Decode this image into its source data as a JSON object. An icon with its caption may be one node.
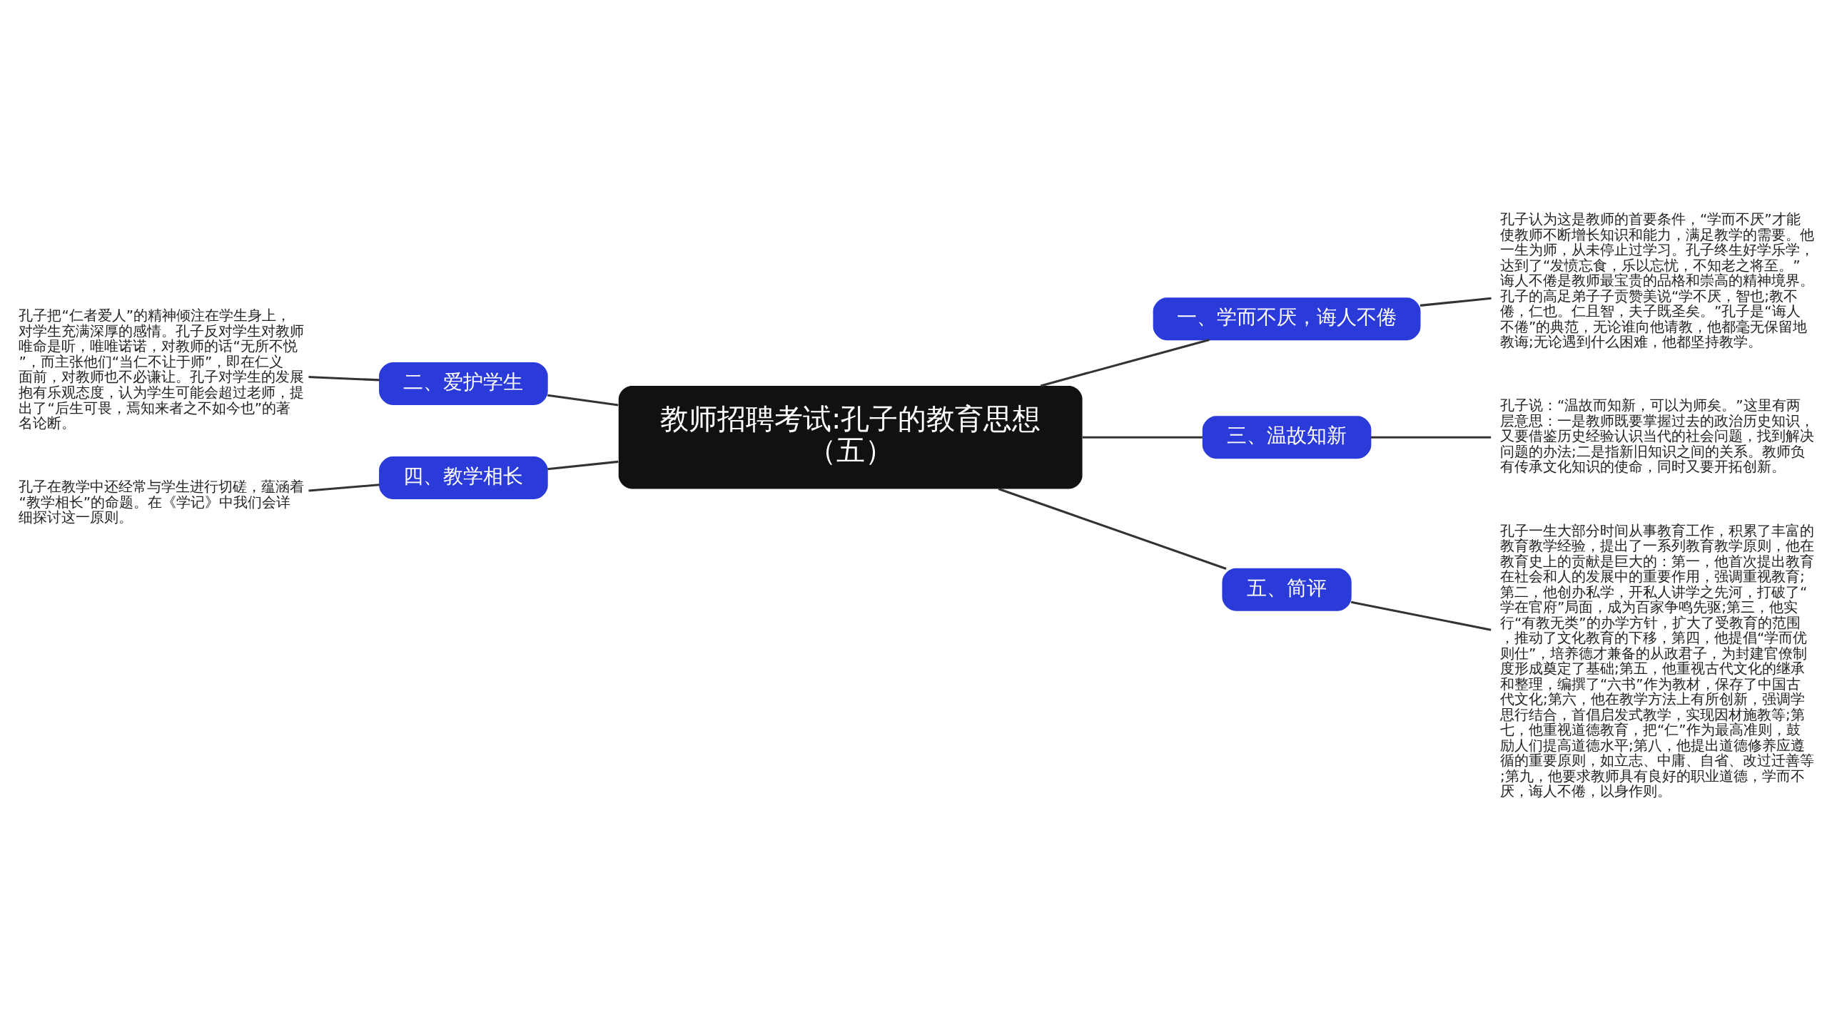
{
  "diagram": {
    "nodes": [
      {
        "text": [
          "教师招聘考试:孔子的教育思想（五）"
        ]
      },
      {
        "text": [
          "一、学而不厌，诲人不倦"
        ]
      },
      {
        "text": [
          "孔子认为这是教师的首要条件，“学而不厌”才能使教师不断增长知识和能力，满足教学的需要。他一生为师，从未停止过学习。孔子终生好学乐学，达到了“发愤忘食，乐以忘忧，不知老之将至。”诲人不倦是教师最宝贵的品格和崇高的精神境界。孔子的高足弟子子贡赞美说“学不厌，智也;教不倦，仁也。仁且智，夫子既圣矣。”孔子是“诲人不倦”的典范，无论谁向他请教，他都毫无保留地教诲;无论遇到什么困难，他都坚持教学。"
        ]
      },
      {
        "text": [
          "二、爱护学生"
        ]
      },
      {
        "text": [
          "孔子把“仁者爱人”的精神倾注在学生身上，对学生充满深厚的感情。孔子反对学生对教师唯命是听，唯唯诺诺，对教师的话“无所不悦”，而主张他们“当仁不让于师”，即在仁义面前，对教师也不必谦让。孔子对学生的发展抱有乐观态度，认为学生可能会超过老师，提出了“后生可畏，焉知来者之不如今也”的著名论断。"
        ]
      },
      {
        "text": [
          "三、温故知新"
        ]
      },
      {
        "text": [
          "孔子说：“温故而知新，可以为师矣。”这里有两层意思：一是教师既要掌握过去的政治历史知识，又要借鉴历史经验认识当代的社会问题，找到解决问题的办法;二是指新旧知识之间的关系。教师负有传承文化知识的使命，同时又要开拓创新。"
        ]
      },
      {
        "text": [
          "四、教学相长"
        ]
      },
      {
        "text": [
          "孔子在教学中还经常与学生进行切磋，蕴涵着“教学相长”的命题。在《学记》中我们会详细探讨这一原则。"
        ]
      },
      {
        "text": [
          "五、简评"
        ]
      },
      {
        "text": [
          "孔子一生大部分时间从事教育工作，积累了丰富的教育教学经验，提出了一系列教育教学原则，他在教育史上的贡献是巨大的：第一，他首次提出教育在社会和人的发展中的重要作用，强调重视教育;第二，他创办私学，开私人讲学之先河，打破了“学在官府”局面，成为百家争鸣先驱;第三，他实行“有教无类”的办学方针，扩大了受教育的范围，推动了文化教育的下移，第四，他提倡“学而优则仕”，培养德才兼备的从政君子，为封建官僚制度形成奠定了基础;第五，他重视古代文化的继承和整理，编撰了“六书”作为教材，保存了中国古代文化;第六，他在教学方法上有所创新，强调学思行结合，首倡启发式教学，实现因材施教等;第七，他重视道德教育，把“仁”作为最高准则，鼓励人们提高道德水平;第八，他提出道德修养应遵循的重要原则，如立志、中庸、自省、改过迁善等;第九，他要求教师具有良好的职业道德，学而不厌，诲人不倦，以身作则。"
        ]
      }
    ],
    "edges": [
      {
        "from": 0,
        "to": 1,
        "arrow": "none"
      },
      {
        "from": 1,
        "to": 2,
        "arrow": "none"
      },
      {
        "from": 0,
        "to": 3,
        "arrow": "none"
      },
      {
        "from": 3,
        "to": 4,
        "arrow": "none"
      },
      {
        "from": 0,
        "to": 5,
        "arrow": "none"
      },
      {
        "from": 5,
        "to": 6,
        "arrow": "none"
      },
      {
        "from": 0,
        "to": 7,
        "arrow": "none"
      },
      {
        "from": 7,
        "to": 8,
        "arrow": "none"
      },
      {
        "from": 0,
        "to": 9,
        "arrow": "none"
      },
      {
        "from": 9,
        "to": 10,
        "arrow": "none"
      }
    ]
  }
}
